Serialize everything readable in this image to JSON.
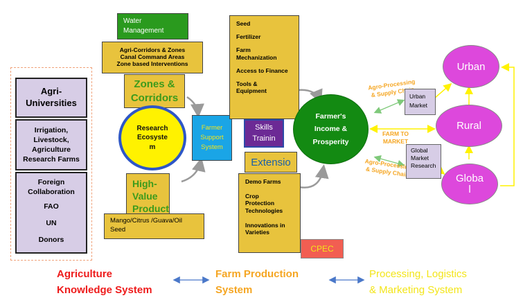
{
  "kno_panel": {
    "agri_universities": "Agri-\nUniversities",
    "irrigation": "Irrigation,\nLivestock,\nAgriculture\nResearch Farms",
    "foreign": [
      "Foreign\nCollaboration",
      "FAO",
      "UN",
      "Donors"
    ]
  },
  "water_management": "Water\nManagement",
  "agri_corridors": [
    "Agri-Corridors & Zones",
    "Canal Command Areas",
    "Zone based Interventions"
  ],
  "zones_corridors": "Zones &\nCorridors",
  "research_ecosystem": "Research\nEcosyste\nm",
  "high_value": "High-\nValue\nProduct",
  "mango": "Mango/Citrus /Guava/Oil\nSeed",
  "farmer_support": "Farmer\nSupport\nSystem",
  "inputs_list": [
    "Seed",
    "Fertilizer",
    "Farm\nMechanization",
    "Access to Finance",
    "Tools &\nEquipment"
  ],
  "skills": "Skills\nTrainin",
  "extension": "Extensio",
  "extension_list": [
    "Demo Farms",
    "Crop\nProtection\nTechnologies",
    "Innovations in\nVarieties"
  ],
  "cpec": "CPEC",
  "farmer_income": "Farmer's\nIncome &\nProsperity",
  "agro_top": "Agro-Processing\n& Supply Chain",
  "agro_bottom": "Agro-Processing\n& Supply Chain",
  "farm_to_market": "FARM TO\nMARKET",
  "urban_market": "Urban\nMarket",
  "global_market": "Global\nMarket\nResearch",
  "urban": "Urban",
  "rural": "Rural",
  "global": "Globa\nl",
  "bottom": {
    "aks": "Agriculture\nKnowledge System",
    "fps": "Farm Production\nSystem",
    "plm": "Processing, Logistics\n& Marketing System"
  },
  "colors": {
    "gold": "#e8c33d",
    "lavender": "#d7cde6",
    "green": "#2a9a1e",
    "income_green": "#138a12",
    "magenta": "#dd48dc",
    "yellow": "#fff200",
    "blue": "#1aa5e6",
    "purple": "#6c2a95",
    "coral": "#f25e52",
    "red": "#ee1c1c",
    "orange": "#f5a623",
    "yellow_text": "#f3e51a"
  }
}
